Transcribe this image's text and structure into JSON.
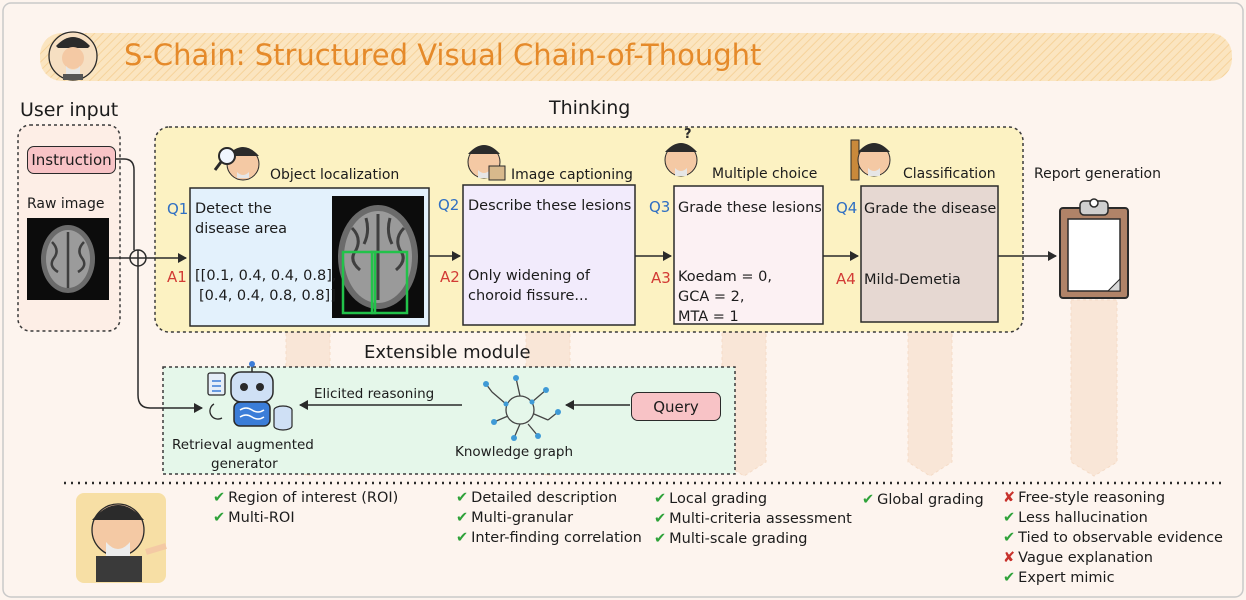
{
  "title": "S-Chain: Structured Visual Chain-of-Thought",
  "sections": {
    "user_input": "User input",
    "thinking": "Thinking",
    "extensible": "Extensible module"
  },
  "user_input": {
    "instruction": "Instruction",
    "raw_image": "Raw image"
  },
  "steps": [
    {
      "header": "Object localization",
      "q_label": "Q1",
      "question": "Detect the disease area",
      "a_label": "A1",
      "answer_line1": "[[0.1, 0.4, 0.4, 0.8],",
      "answer_line2": "[0.4, 0.4, 0.8, 0.8]]",
      "fill": "#e3f1fc"
    },
    {
      "header": "Image captioning",
      "q_label": "Q2",
      "question": "Describe these lesions",
      "a_label": "A2",
      "answer_line1": "Only widening of",
      "answer_line2": "choroid fissure...",
      "fill": "#f2ebfc"
    },
    {
      "header": "Multiple choice",
      "q_label": "Q3",
      "question": "Grade these lesions",
      "a_label": "A3",
      "answer_line1": "Koedam = 0,",
      "answer_line2": "GCA = 2,",
      "answer_line3": "MTA = 1",
      "fill": "#fcf1f3"
    },
    {
      "header": "Classification",
      "q_label": "Q4",
      "question": "Grade the disease",
      "a_label": "A4",
      "answer_line1": "Mild-Demetia",
      "fill": "#e6d8d2"
    }
  ],
  "report": "Report generation",
  "module": {
    "rag": "Retrieval augmented generator",
    "rag_line1": "Retrieval augmented",
    "rag_line2": "generator",
    "elicited": "Elicited reasoning",
    "kg": "Knowledge graph",
    "query": "Query"
  },
  "features": {
    "col1": [
      {
        "mark": "check",
        "text": "Region of interest (ROI)"
      },
      {
        "mark": "check",
        "text": "Multi-ROI"
      }
    ],
    "col2": [
      {
        "mark": "check",
        "text": "Detailed description"
      },
      {
        "mark": "check",
        "text": "Multi-granular"
      },
      {
        "mark": "check",
        "text": "Inter-finding correlation"
      }
    ],
    "col3": [
      {
        "mark": "check",
        "text": "Local grading"
      },
      {
        "mark": "check",
        "text": "Multi-criteria assessment"
      },
      {
        "mark": "check",
        "text": "Multi-scale grading"
      }
    ],
    "col4": [
      {
        "mark": "check",
        "text": "Global grading"
      }
    ],
    "col5": [
      {
        "mark": "cross",
        "text": "Free-style reasoning"
      },
      {
        "mark": "check",
        "text": "Less hallucination"
      },
      {
        "mark": "check",
        "text": "Tied to observable evidence"
      },
      {
        "mark": "cross",
        "text": "Vague explanation"
      },
      {
        "mark": "check",
        "text": "Expert mimic"
      }
    ]
  },
  "colors": {
    "title_orange": "#e58a2a",
    "title_band": "#fbe6bf",
    "thinking_bg": "#fcf2c2",
    "module_bg": "#e5f7ea",
    "q_blue": "#2f6fc3",
    "a_red": "#d23b35",
    "check_green": "#2fa23a",
    "cross_red": "#c8322c",
    "roi_green": "#22c24a"
  },
  "icons": {
    "mascot": "scholar-mascot-icon",
    "brain": "mri-brain-icon",
    "clipboard": "clipboard-icon",
    "robot": "robot-icon",
    "graph": "knowledge-graph-icon"
  }
}
